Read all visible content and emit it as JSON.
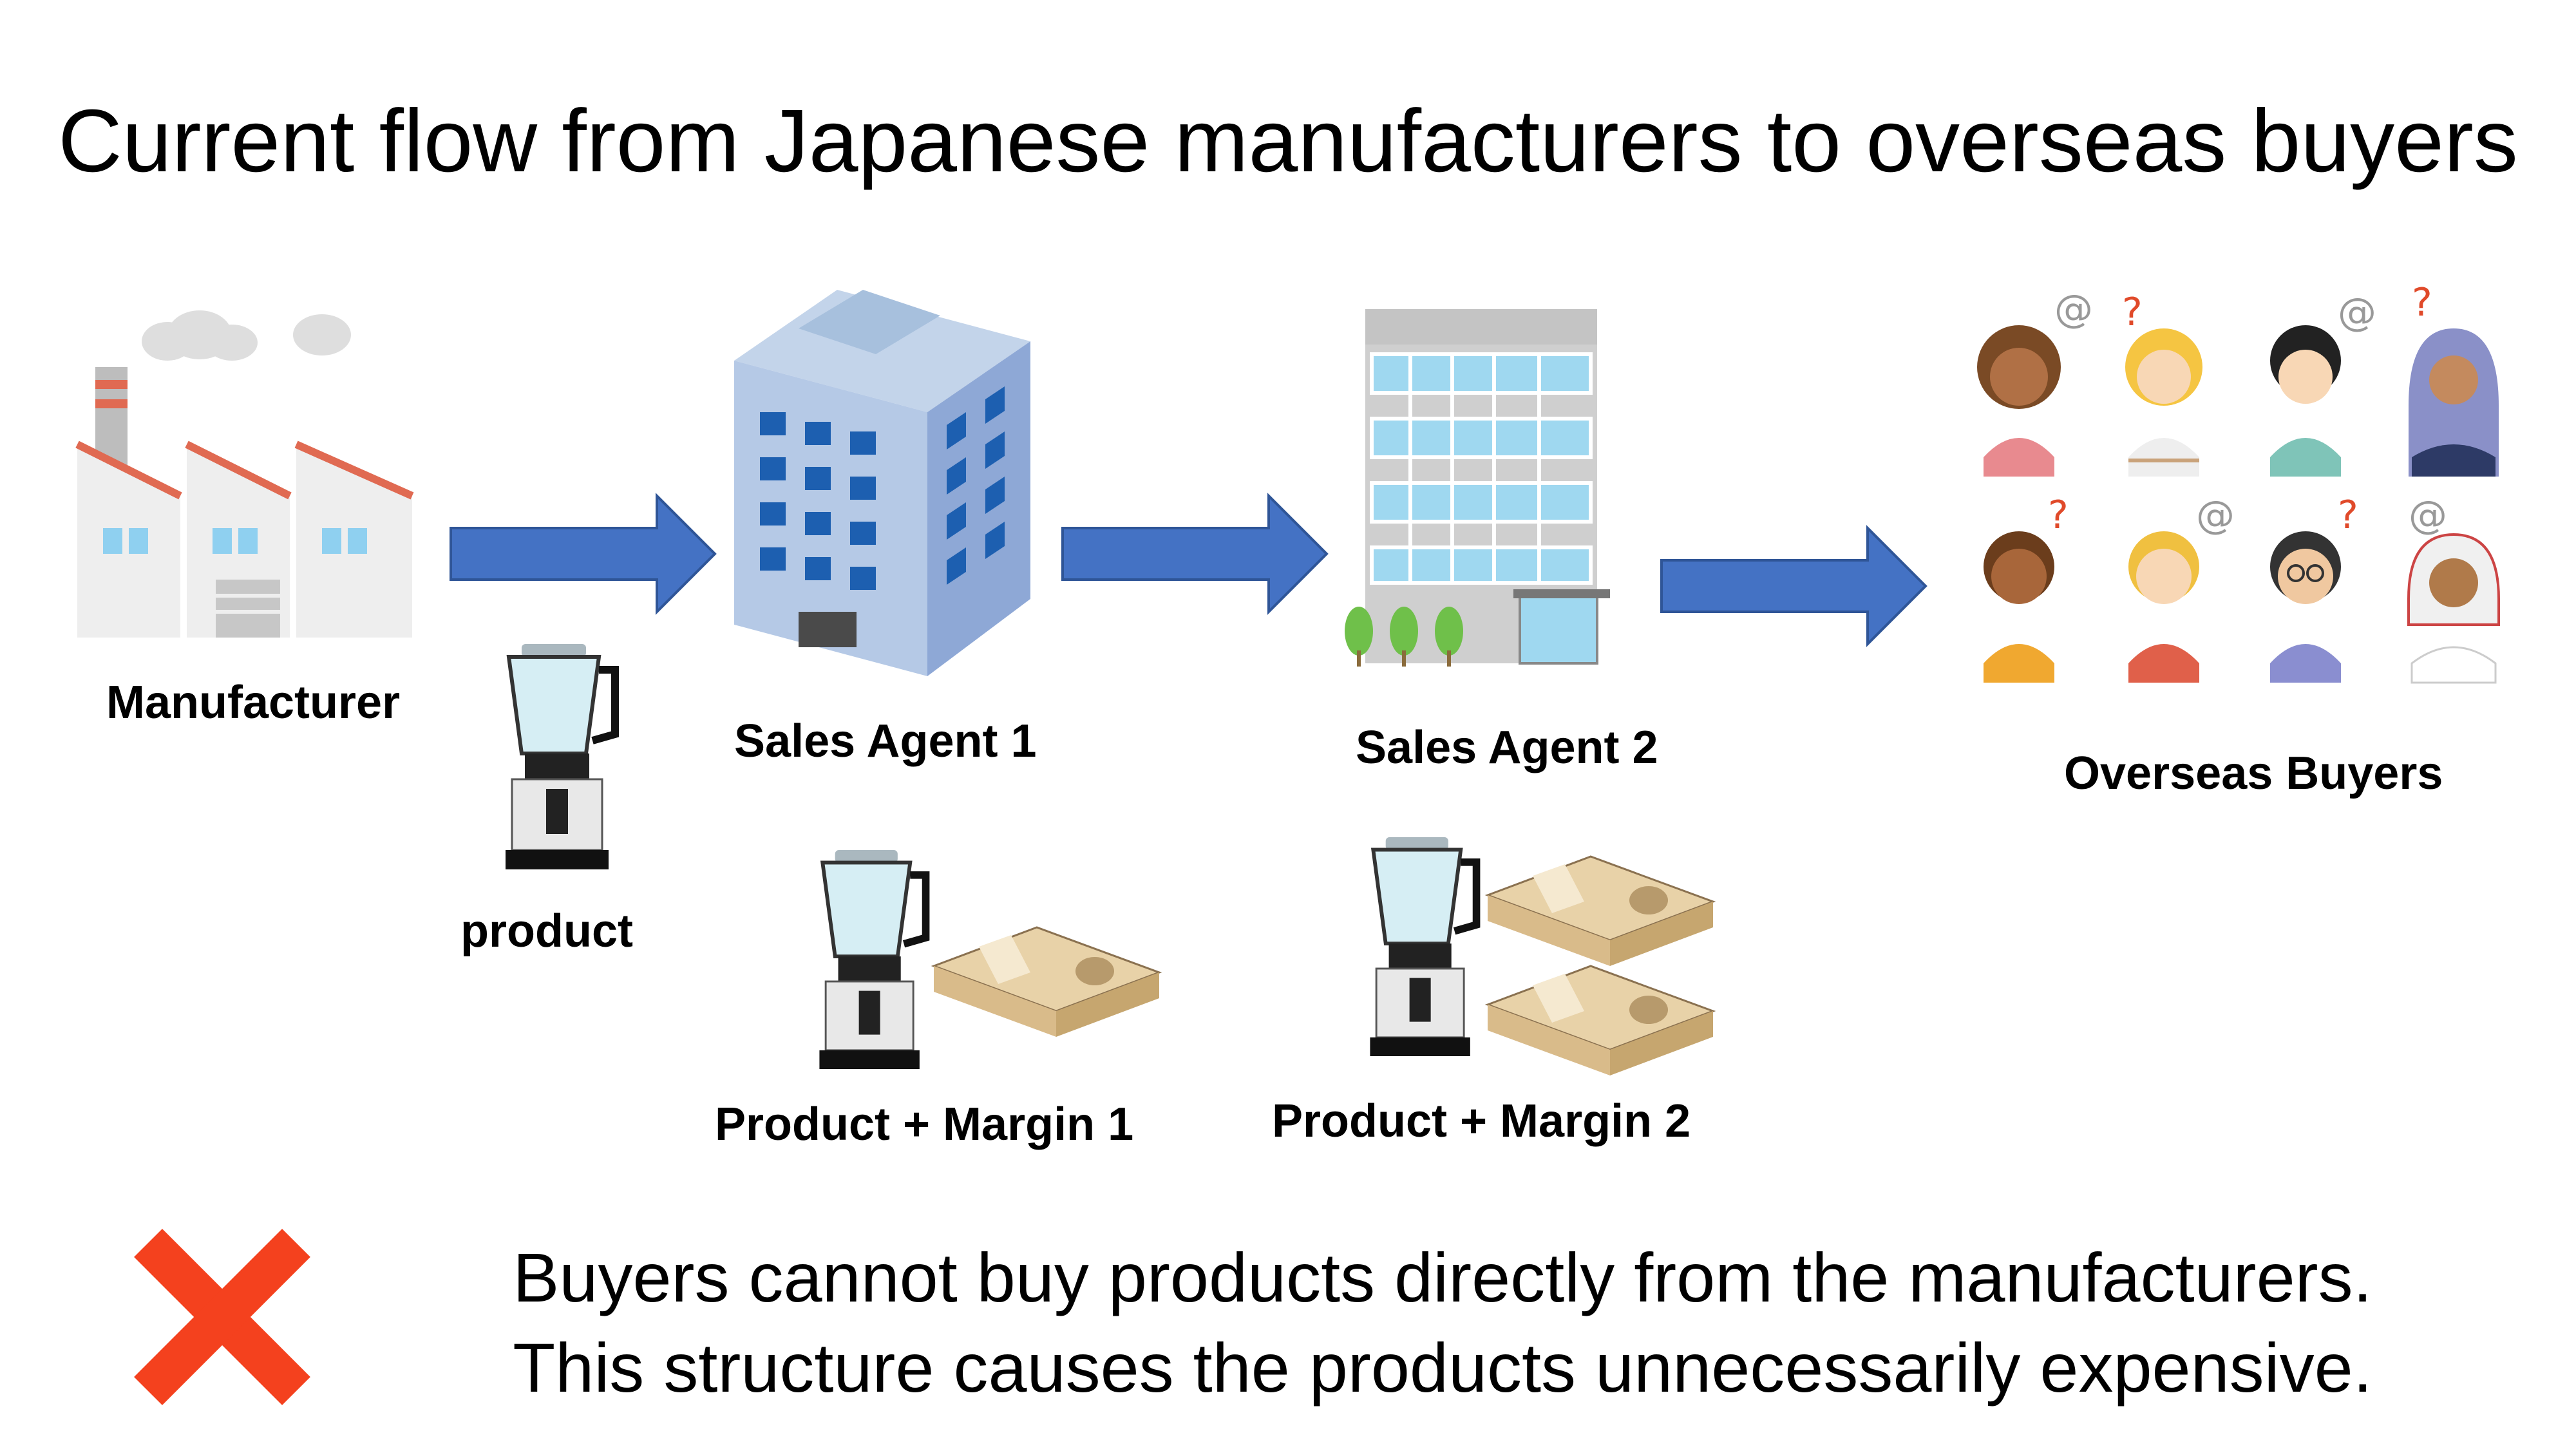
{
  "title": "Current flow from Japanese manufacturers to overseas buyers",
  "nodes": {
    "manufacturer": "Manufacturer",
    "sales_agent_1": "Sales Agent 1",
    "sales_agent_2": "Sales Agent 2",
    "overseas_buyers": "Overseas Buyers"
  },
  "items": {
    "product": "product",
    "product_margin_1": "Product + Margin 1",
    "product_margin_2": "Product + Margin 2"
  },
  "conclusion": {
    "line1": "Buyers cannot buy products directly from the manufacturers.",
    "line2": "This structure causes the products unnecessarily expensive."
  },
  "colors": {
    "arrow": "#4472C4",
    "cross": "#F4411E"
  },
  "icons": {
    "factory": "factory-icon",
    "building": "office-building-icon",
    "buyers": "confused-people-icon",
    "blender": "blender-icon",
    "money": "banknote-bundle-icon",
    "cross": "cross-mark-icon"
  }
}
